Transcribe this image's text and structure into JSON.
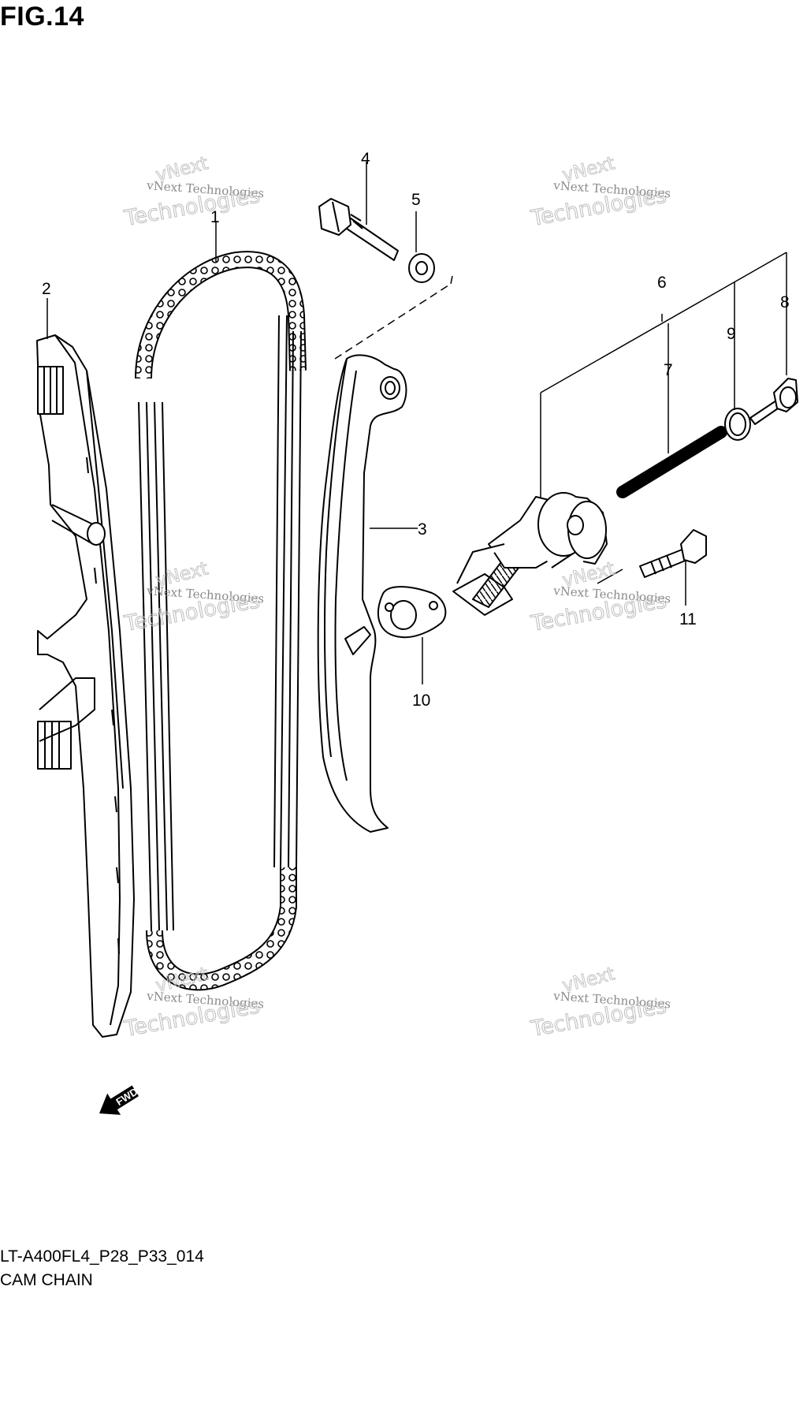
{
  "figure": {
    "title": "FIG.14"
  },
  "callouts": [
    {
      "id": "1",
      "label": "1"
    },
    {
      "id": "2",
      "label": "2"
    },
    {
      "id": "3",
      "label": "3"
    },
    {
      "id": "4",
      "label": "4"
    },
    {
      "id": "5",
      "label": "5"
    },
    {
      "id": "6",
      "label": "6"
    },
    {
      "id": "7",
      "label": "7"
    },
    {
      "id": "8",
      "label": "8"
    },
    {
      "id": "9",
      "label": "9"
    },
    {
      "id": "10",
      "label": "10"
    },
    {
      "id": "11",
      "label": "11"
    }
  ],
  "direction_arrow": {
    "label": "FWD",
    "icon": "fwd-arrow-icon"
  },
  "watermark": {
    "line1": "vNext Technologies",
    "big": "Technologies",
    "arc": "vNext"
  },
  "footer": {
    "code": "LT-A400FL4_P28_P33_014",
    "name": "CAM CHAIN"
  }
}
